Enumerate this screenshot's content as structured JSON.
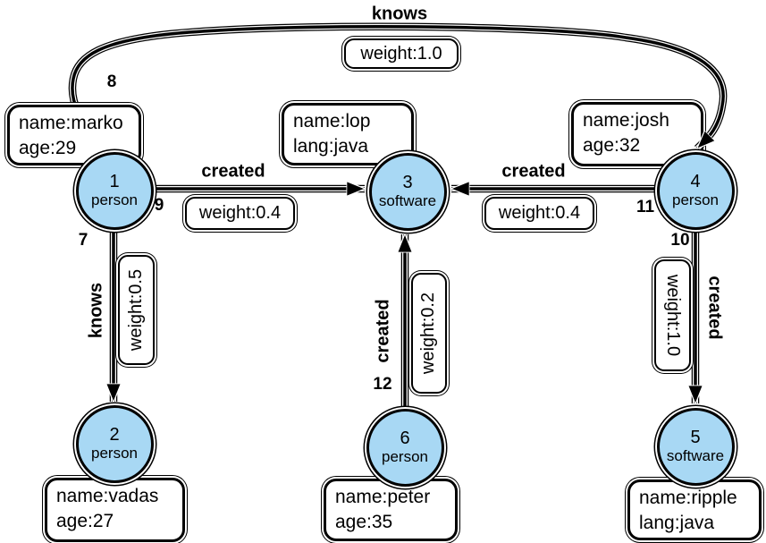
{
  "graph": {
    "nodes": [
      {
        "id": "1",
        "label": "person"
      },
      {
        "id": "2",
        "label": "person"
      },
      {
        "id": "3",
        "label": "software"
      },
      {
        "id": "4",
        "label": "person"
      },
      {
        "id": "5",
        "label": "software"
      },
      {
        "id": "6",
        "label": "person"
      }
    ],
    "properties": [
      {
        "line1": "name:marko",
        "line2": "age:29"
      },
      {
        "line1": "name:vadas",
        "line2": "age:27"
      },
      {
        "line1": "name:lop",
        "line2": "lang:java"
      },
      {
        "line1": "name:josh",
        "line2": "age:32"
      },
      {
        "line1": "name:ripple",
        "line2": "lang:java"
      },
      {
        "line1": "name:peter",
        "line2": "age:35"
      }
    ],
    "edges": [
      {
        "id": "7",
        "label": "knows",
        "weight": "weight:0.5",
        "from": "1",
        "to": "2"
      },
      {
        "id": "8",
        "label": "knows",
        "weight": "weight:1.0",
        "from": "1",
        "to": "4"
      },
      {
        "id": "9",
        "label": "created",
        "weight": "weight:0.4",
        "from": "1",
        "to": "3"
      },
      {
        "id": "10",
        "label": "created",
        "weight": "weight:1.0",
        "from": "4",
        "to": "5"
      },
      {
        "id": "11",
        "label": "created",
        "weight": "weight:0.4",
        "from": "4",
        "to": "3"
      },
      {
        "id": "12",
        "label": "created",
        "weight": "weight:0.2",
        "from": "6",
        "to": "3"
      }
    ],
    "colors": {
      "node_fill": "#A8D8F4",
      "stroke": "#000000",
      "background": "#FFFFFF"
    }
  }
}
